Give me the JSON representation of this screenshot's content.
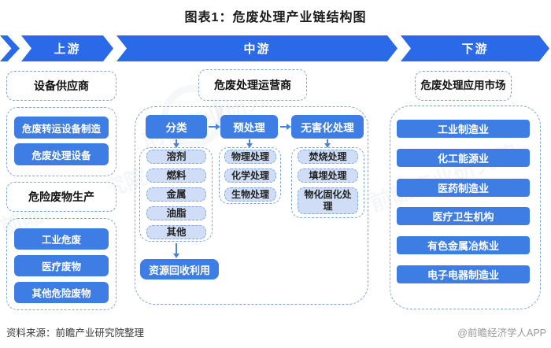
{
  "title": "图表1：危废处理产业链结构图",
  "banner": {
    "segments": [
      {
        "label": "上游"
      },
      {
        "label": "中游"
      },
      {
        "label": "下游"
      }
    ]
  },
  "upstream": {
    "supplier_header": "设备供应商",
    "equipment_items": [
      "危废转运设备制造",
      "危废处理设备"
    ],
    "producer_header": "危险废物生产",
    "waste_items": [
      "工业危废",
      "医疗废物",
      "其他危险废物"
    ]
  },
  "midstream": {
    "header": "危废处理运营商",
    "steps": [
      {
        "label": "分类",
        "items": [
          "溶剂",
          "燃料",
          "金属",
          "油脂",
          "其他"
        ]
      },
      {
        "label": "预处理",
        "items": [
          "物理处理",
          "化学处理",
          "生物处理"
        ]
      },
      {
        "label": "无害化处理",
        "items": [
          "焚烧处理",
          "填埋处理",
          "物化固化处理"
        ]
      }
    ],
    "recycle_label": "资源回收利用"
  },
  "downstream": {
    "header": "危废处理应用市场",
    "items": [
      "工业制造业",
      "化工能源业",
      "医药制造业",
      "医疗卫生机构",
      "有色金属冶炼业",
      "电子电器制造业"
    ]
  },
  "footer": {
    "source": "资料来源：前瞻产业研究院整理",
    "credit": "@前瞻经济学人APP"
  },
  "watermark": "前瞻产业研究院",
  "colors": {
    "banner_blue": "#2a6ae9",
    "button_blue": "#3d7de4",
    "item_bg": "#cfdef6",
    "dash_border": "#7da7dc",
    "arrow": "#4d85d6"
  }
}
